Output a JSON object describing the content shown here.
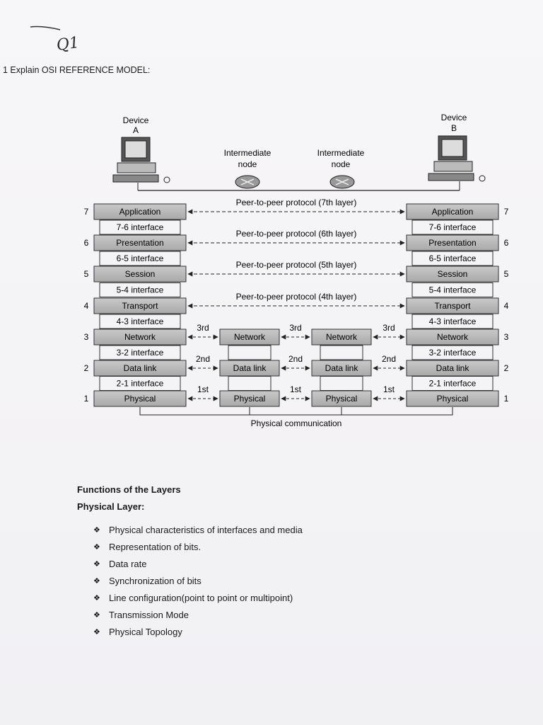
{
  "handwritten": {
    "mark": "Q1"
  },
  "question": "1 Explain OSI REFERENCE MODEL:",
  "diagram": {
    "device_a": [
      "Device",
      "A"
    ],
    "device_b": [
      "Device",
      "B"
    ],
    "node1": [
      "Intermediate",
      "node"
    ],
    "node2": [
      "Intermediate",
      "node"
    ],
    "layers": [
      {
        "num": "7",
        "name": "Application"
      },
      {
        "num": "6",
        "name": "Presentation"
      },
      {
        "num": "5",
        "name": "Session"
      },
      {
        "num": "4",
        "name": "Transport"
      },
      {
        "num": "3",
        "name": "Network"
      },
      {
        "num": "2",
        "name": "Data link"
      },
      {
        "num": "1",
        "name": "Physical"
      }
    ],
    "interfaces": [
      "7-6 interface",
      "6-5 interface",
      "5-4 interface",
      "4-3 interface",
      "3-2 interface",
      "2-1 interface"
    ],
    "protocols": [
      "Peer-to-peer protocol (7th layer)",
      "Peer-to-peer protocol (6th layer)",
      "Peer-to-peer protocol (5th layer)",
      "Peer-to-peer protocol (4th layer)"
    ],
    "hop_labels": {
      "l3": "3rd",
      "l2": "2nd",
      "l1": "1st"
    },
    "node_layers": [
      "Network",
      "Data link",
      "Physical"
    ],
    "bottom": "Physical communication"
  },
  "functions_heading": "Functions of the Layers",
  "physical_heading": "Physical Layer:",
  "bullets": [
    "Physical characteristics of interfaces and media",
    "Representation of bits.",
    "Data rate",
    "Synchronization of bits",
    "Line configuration(point to point or multipoint)",
    "Transmission Mode",
    "Physical Topology"
  ]
}
